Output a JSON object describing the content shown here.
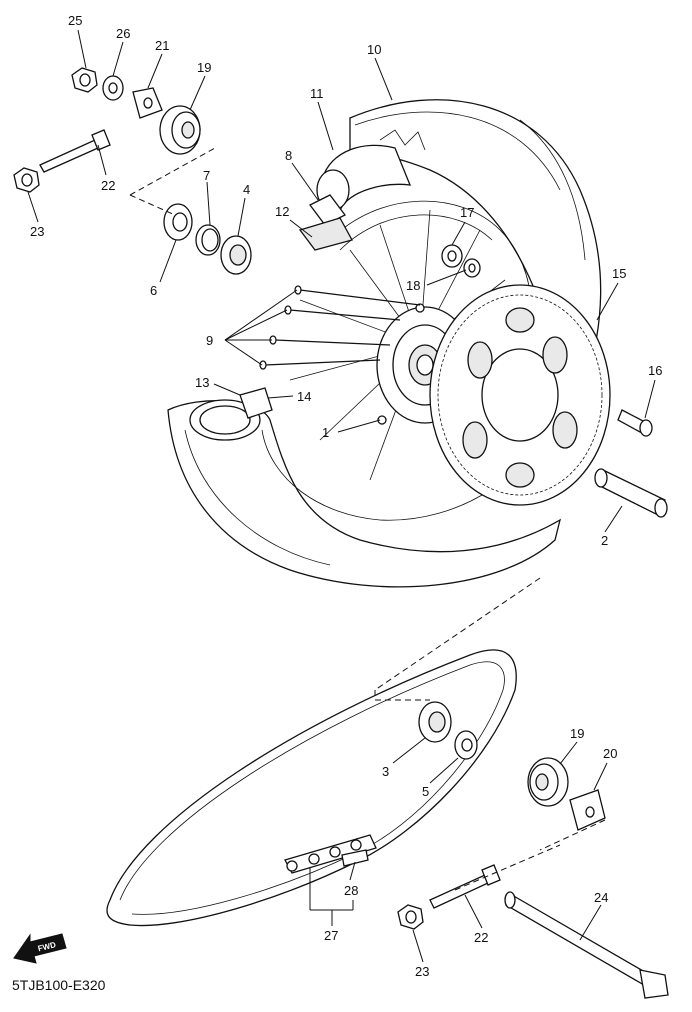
{
  "diagram_code": "5TJB100-E320",
  "fwd_label": "FWD",
  "callouts": [
    {
      "id": "c25a",
      "text": "25"
    },
    {
      "id": "c26a",
      "text": "26"
    },
    {
      "id": "c21a",
      "text": "21"
    },
    {
      "id": "c19a",
      "text": "19"
    },
    {
      "id": "c10",
      "text": "10"
    },
    {
      "id": "c11",
      "text": "11"
    },
    {
      "id": "c8",
      "text": "8"
    },
    {
      "id": "c12",
      "text": "12"
    },
    {
      "id": "c7",
      "text": "7"
    },
    {
      "id": "c4",
      "text": "4"
    },
    {
      "id": "c6",
      "text": "6"
    },
    {
      "id": "c22a",
      "text": "22"
    },
    {
      "id": "c23a",
      "text": "23"
    },
    {
      "id": "c17",
      "text": "17"
    },
    {
      "id": "c18",
      "text": "18"
    },
    {
      "id": "c15",
      "text": "15"
    },
    {
      "id": "c9",
      "text": "9"
    },
    {
      "id": "c13",
      "text": "13"
    },
    {
      "id": "c14",
      "text": "14"
    },
    {
      "id": "c16",
      "text": "16"
    },
    {
      "id": "c1",
      "text": "1"
    },
    {
      "id": "c2",
      "text": "2"
    },
    {
      "id": "c3",
      "text": "3"
    },
    {
      "id": "c5",
      "text": "5"
    },
    {
      "id": "c19b",
      "text": "19"
    },
    {
      "id": "c20",
      "text": "20"
    },
    {
      "id": "c24",
      "text": "24"
    },
    {
      "id": "c28",
      "text": "28"
    },
    {
      "id": "c27",
      "text": "27"
    },
    {
      "id": "c22b",
      "text": "22"
    },
    {
      "id": "c23b",
      "text": "23"
    }
  ]
}
